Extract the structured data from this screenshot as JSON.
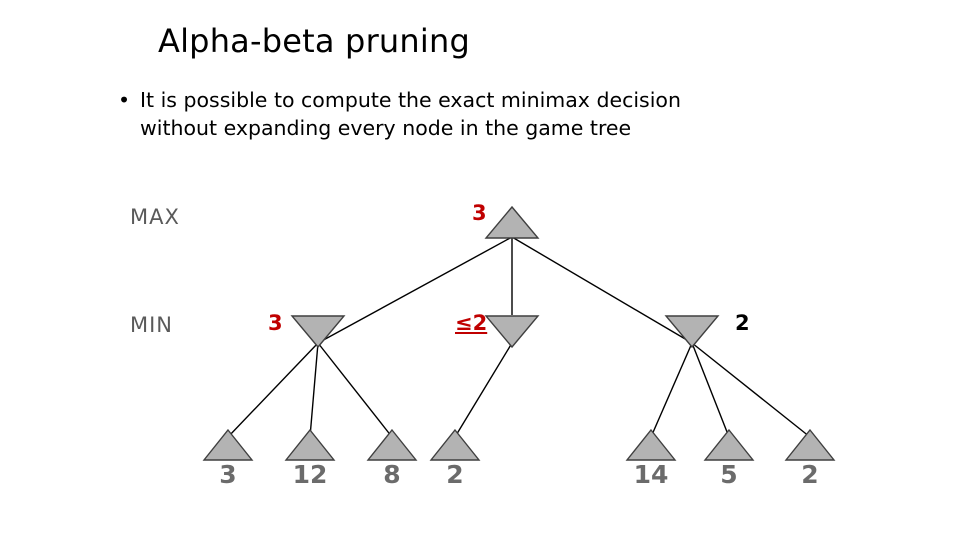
{
  "slide": {
    "title": "Alpha-beta pruning",
    "bullet": {
      "marker": "•",
      "line1": "It is possible to compute the exact minimax decision",
      "line2": "without expanding every node in the game tree"
    }
  },
  "diagram": {
    "row_labels": {
      "max": "MAX",
      "min": "MIN"
    },
    "colors": {
      "node_fill": "#b3b3b3",
      "node_stroke": "#3f3f3f",
      "edge": "#000000",
      "annotation_red": "#c00000",
      "annotation_black": "#000000",
      "leaf_text": "#6b6b6b",
      "row_label": "#5a5a5a"
    },
    "annotations": [
      {
        "text": "3",
        "color": "red",
        "for": "max-root"
      },
      {
        "text": "3",
        "color": "red",
        "for": "min-left"
      },
      {
        "text": "≤2",
        "color": "red",
        "for": "min-middle"
      },
      {
        "text": "2",
        "color": "black",
        "for": "min-right"
      }
    ],
    "leaves": [
      {
        "value": "3"
      },
      {
        "value": "12"
      },
      {
        "value": "8"
      },
      {
        "value": "2"
      },
      {
        "value": "14"
      },
      {
        "value": "5"
      },
      {
        "value": "2"
      }
    ]
  },
  "chart_data": {
    "type": "diagram",
    "title": "Alpha-beta pruning minimax game tree",
    "levels": [
      "MAX",
      "MIN",
      "leaves"
    ],
    "root": {
      "label": "MAX",
      "value": "3"
    },
    "min_nodes": [
      {
        "value": "3",
        "children": [
          "3",
          "12",
          "8"
        ]
      },
      {
        "value": "≤2",
        "children": [
          "2"
        ]
      },
      {
        "value": "2",
        "children": [
          "14",
          "5",
          "2"
        ]
      }
    ]
  }
}
